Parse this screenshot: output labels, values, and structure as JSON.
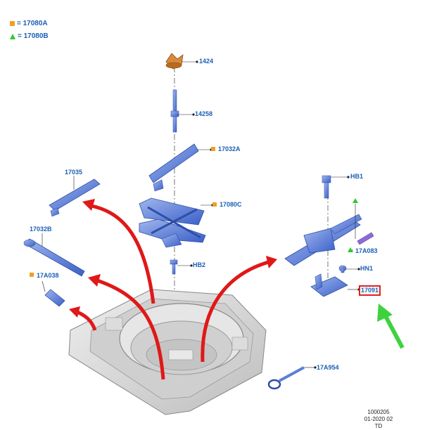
{
  "legend": [
    {
      "symbol": "square",
      "text": "= 17080A",
      "color": "#f0a020"
    },
    {
      "symbol": "triangle",
      "text": "= 17080B",
      "color": "#2ec82e"
    }
  ],
  "labels": {
    "p1424": "1424",
    "p14258": "14258",
    "p17032A": "17032A",
    "p17035": "17035",
    "p17080C": "17080C",
    "p17032B": "17032B",
    "pHB2": "HB2",
    "p17A038": "17A038",
    "pHB1": "HB1",
    "p17A083": "17A083",
    "pHN1": "HN1",
    "p17091": "17091",
    "p17A954": "17A954"
  },
  "footer": {
    "line1": "1000205",
    "line2": "01-2020 02",
    "line3": "TD"
  },
  "colors": {
    "part_blue": "#5b7fd6",
    "label_blue": "#1a5fb4",
    "arrow_red": "#e01818",
    "arrow_green": "#3fd23f",
    "tray_grey": "#d9d9d9",
    "highlight_red": "#e02020"
  }
}
